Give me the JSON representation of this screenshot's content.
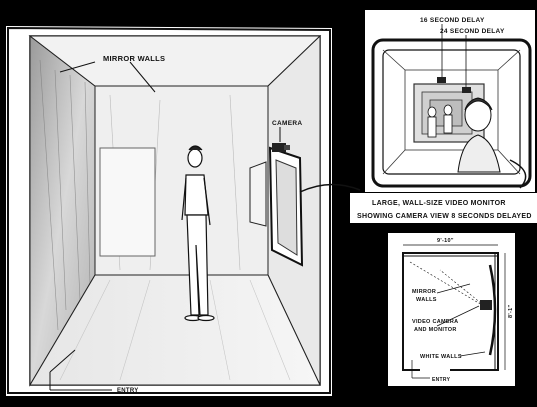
{
  "labels": {
    "mirror_walls_main": "MIRROR WALLS",
    "camera": "CAMERA",
    "entry": "ENTRY",
    "delay_16": "16 SECOND DELAY",
    "delay_24": "24 SECOND DELAY",
    "monitor_line1": "LARGE, WALL-SIZE VIDEO MONITOR",
    "monitor_line2": "SHOWING CAMERA VIEW 8 SECONDS DELAYED",
    "plan_width": "9'-10\"",
    "plan_depth": "8'-1\"",
    "plan_mirror_line1": "MIRROR",
    "plan_mirror_line2": "WALLS",
    "plan_camera_line1": "VIDEO CAMERA",
    "plan_camera_line2": "AND MONITOR",
    "plan_white_walls": "WHITE WALLS",
    "plan_entry": "ENTRY"
  },
  "colors": {
    "background": "#000000",
    "paper": "#ffffff",
    "ink": "#111111"
  }
}
